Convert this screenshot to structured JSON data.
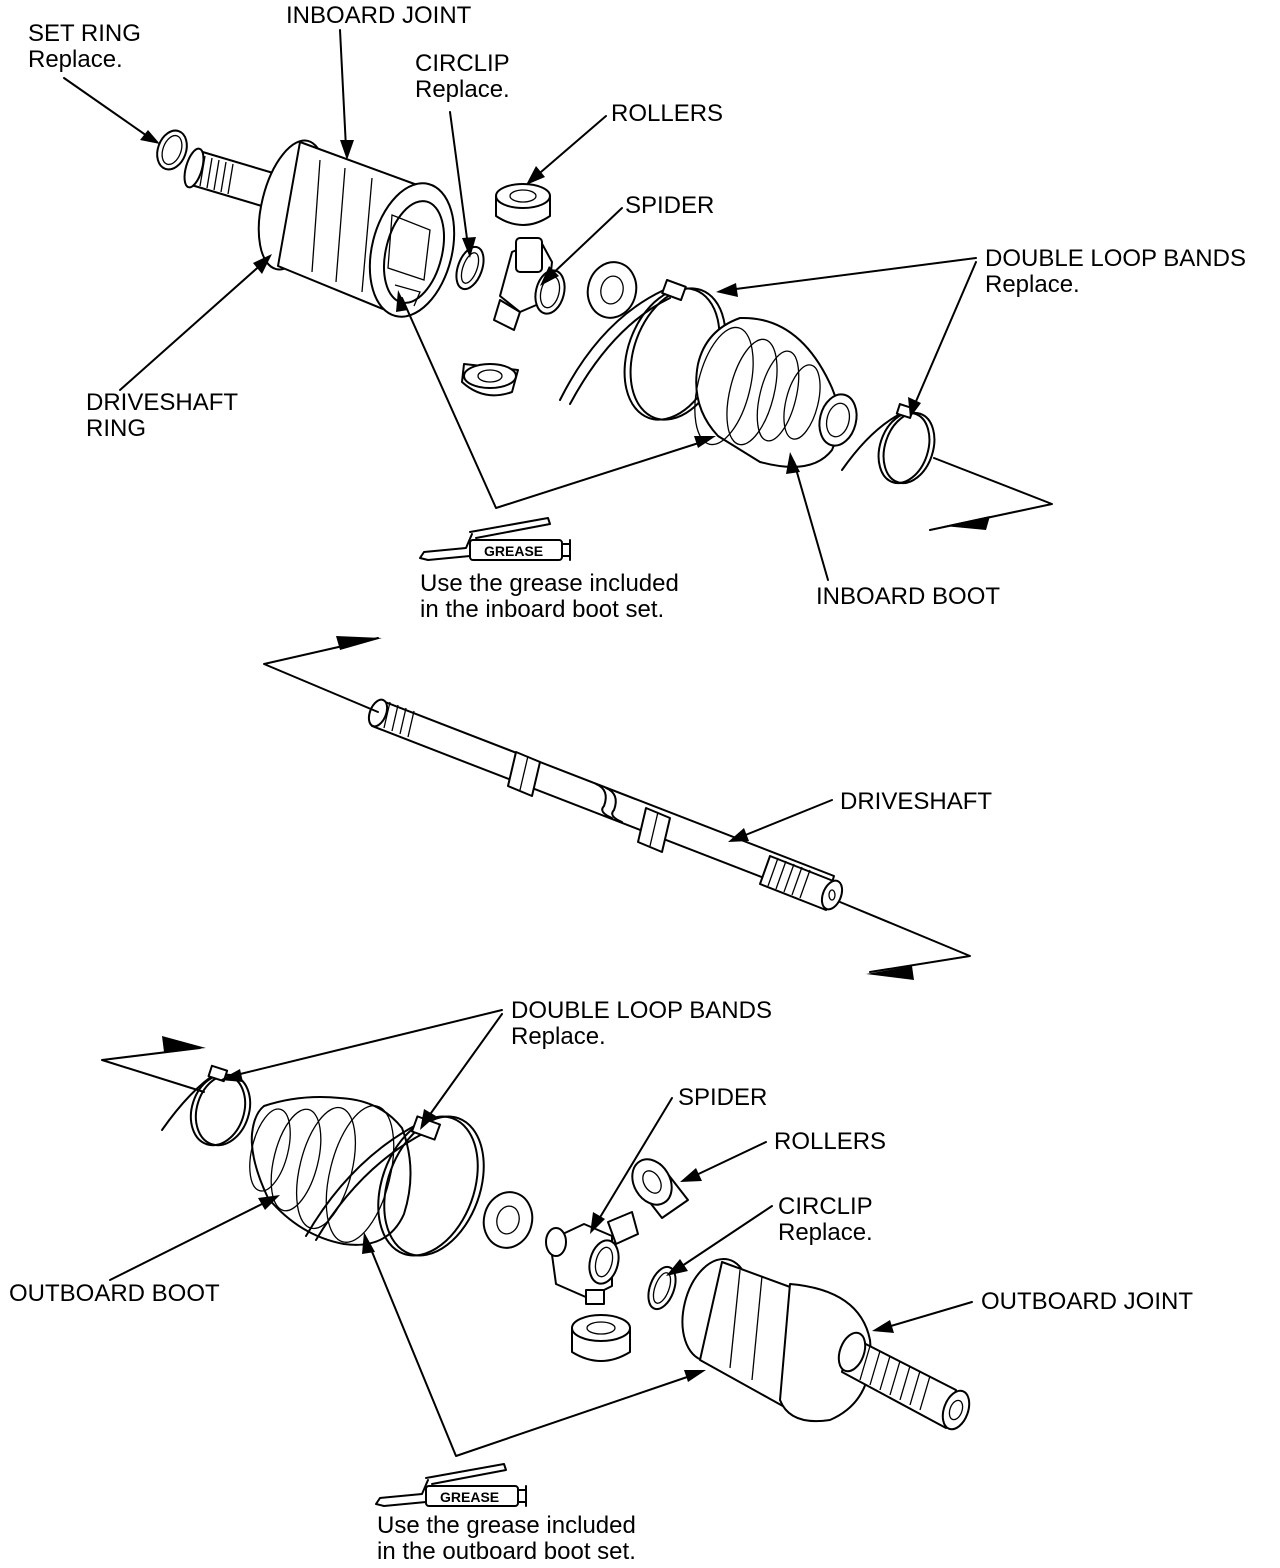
{
  "labels": {
    "set_ring": {
      "name": "SET RING",
      "note": "Replace."
    },
    "inboard_joint": "INBOARD JOINT",
    "circlip_top": {
      "name": "CIRCLIP",
      "note": "Replace."
    },
    "rollers_top": "ROLLERS",
    "spider_top": "SPIDER",
    "double_loop_bands_top": {
      "name": "DOUBLE LOOP BANDS",
      "note": "Replace."
    },
    "driveshaft_ring": {
      "line1": "DRIVESHAFT",
      "line2": "RING"
    },
    "grease_note_inboard": {
      "line1": "Use the grease included",
      "line2": "in the inboard boot set."
    },
    "inboard_boot": "INBOARD BOOT",
    "driveshaft": "DRIVESHAFT",
    "double_loop_bands_bottom": {
      "name": "DOUBLE LOOP BANDS",
      "note": "Replace."
    },
    "spider_bottom": "SPIDER",
    "rollers_bottom": "ROLLERS",
    "circlip_bottom": {
      "name": "CIRCLIP",
      "note": "Replace."
    },
    "outboard_boot": "OUTBOARD BOOT",
    "outboard_joint": "OUTBOARD JOINT",
    "grease_note_outboard": {
      "line1": "Use the grease included",
      "line2": "in the outboard boot set."
    }
  },
  "grease_icon_text": "GREASE"
}
